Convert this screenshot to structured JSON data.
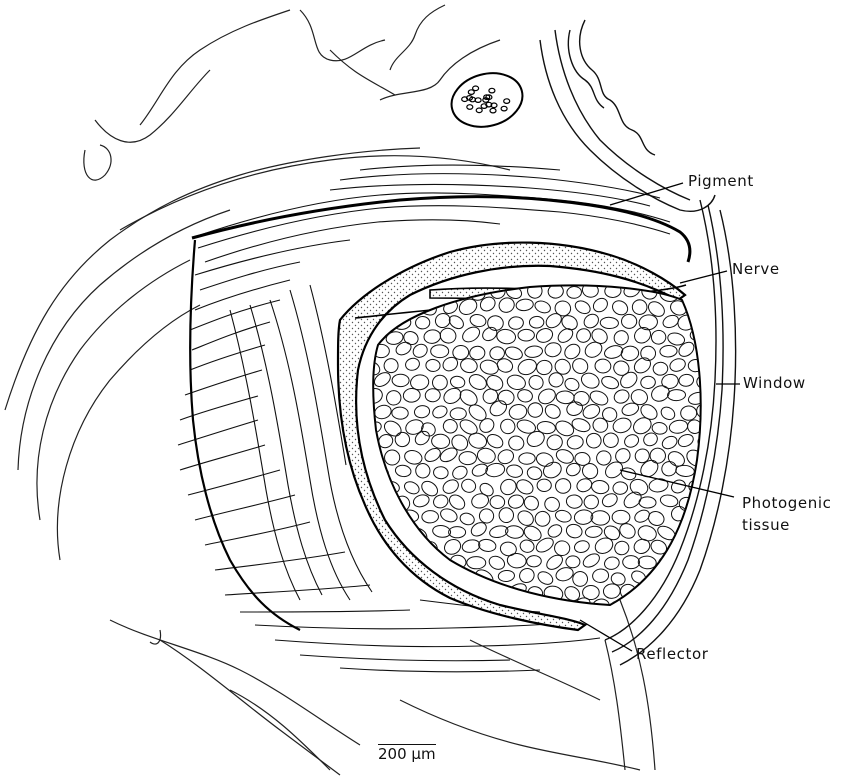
{
  "labels": {
    "pigment": "Pigment",
    "nerve": "Nerve",
    "window": "Window",
    "photogenic_line1": "Photogenic",
    "photogenic_line2": "tissue",
    "reflector": "Reflector"
  },
  "scale_bar": {
    "text": "200 µm"
  }
}
